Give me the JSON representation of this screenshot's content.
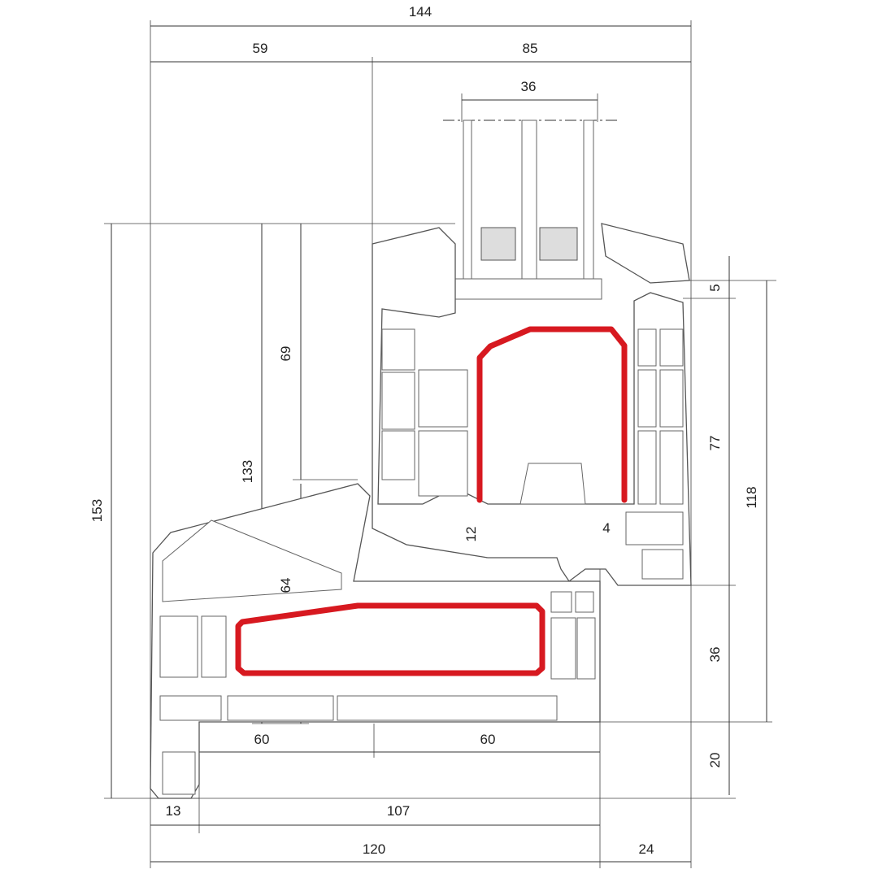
{
  "title": "Window profile cross-section with dimensions",
  "colors": {
    "reinforcement": "#d71920",
    "lines": "#333333"
  },
  "dimensions": {
    "overall_width": "144",
    "left_width": "59",
    "right_width": "85",
    "glazing_width": "36",
    "overall_height": "153",
    "inner_height": "133",
    "upper_height": "69",
    "lower_height": "64",
    "gap": "12",
    "small_gap": "4",
    "glazing_bead": "5",
    "sash_height": "77",
    "right_height": "118",
    "frame_height": "36",
    "sill_height": "20",
    "bottom_left": "60",
    "bottom_right": "60",
    "sill_lip": "13",
    "sill_main": "107",
    "base_width": "120",
    "overhang": "24"
  }
}
